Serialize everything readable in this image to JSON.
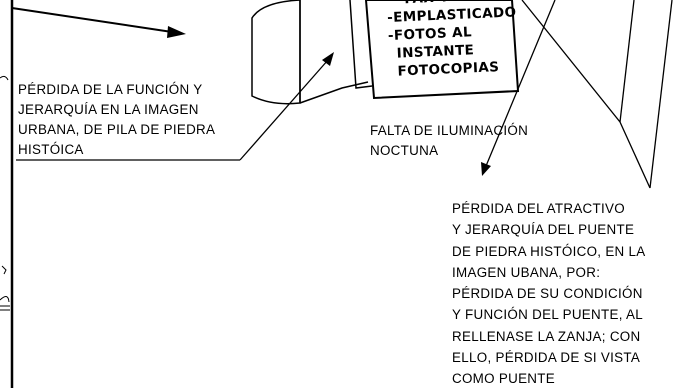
{
  "sign": {
    "lines": [
      "FAX Y TEL.",
      "-EMPLASTICADO",
      "-FOTOS AL",
      "INSTANTE",
      "FOTOCOPIAS"
    ]
  },
  "labels": {
    "funcion": [
      "PÉRDIDA DE LA FUNCIÓN Y",
      "JERARQUÍA EN LA IMAGEN",
      "URBANA, DE PILA DE PIEDRA",
      "HISTÓICA"
    ],
    "iluminacion": [
      "FALTA DE ILUMINACIÓN",
      "NOCTUNA"
    ],
    "atractivo": [
      "PÉRDIDA DEL ATRACTIVO",
      "Y JERARQUÍA DEL PUENTE",
      "DE PIEDRA HISTÓICO, EN LA",
      "IMAGEN UBANA, POR:",
      "PÉRDIDA DE SU CONDICIÓN",
      "Y FUNCIÓN DEL PUENTE, AL",
      "RELLENASE LA ZANJA; CON",
      "ELLO, PÉRDIDA DE SI VISTA",
      "COMO PUENTE"
    ]
  }
}
